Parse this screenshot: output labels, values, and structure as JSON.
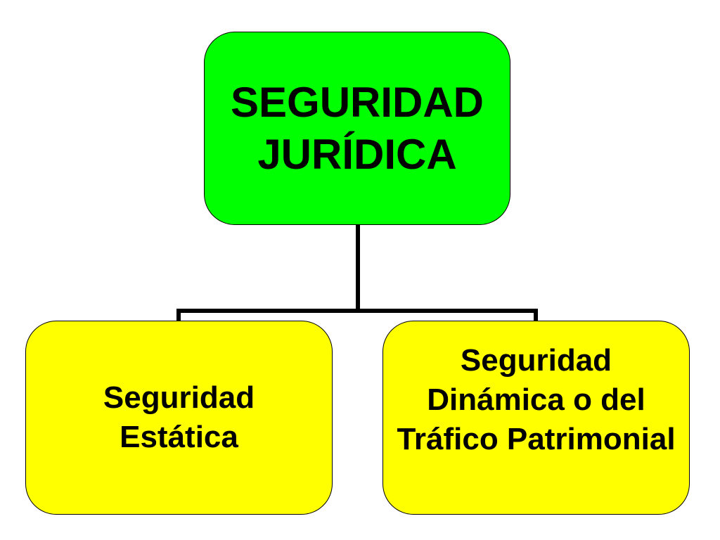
{
  "colors": {
    "root_fill": "#00ff00",
    "child_fill": "#ffff00",
    "connector": "#000000",
    "text": "#000000"
  },
  "diagram": {
    "root": {
      "lines": [
        "SEGURIDAD",
        "JURÍDICA"
      ]
    },
    "children": [
      {
        "lines": [
          "Seguridad",
          "Estática"
        ]
      },
      {
        "lines": [
          "Seguridad",
          "Dinámica o del",
          "Tráfico Patrimonial"
        ]
      }
    ]
  }
}
